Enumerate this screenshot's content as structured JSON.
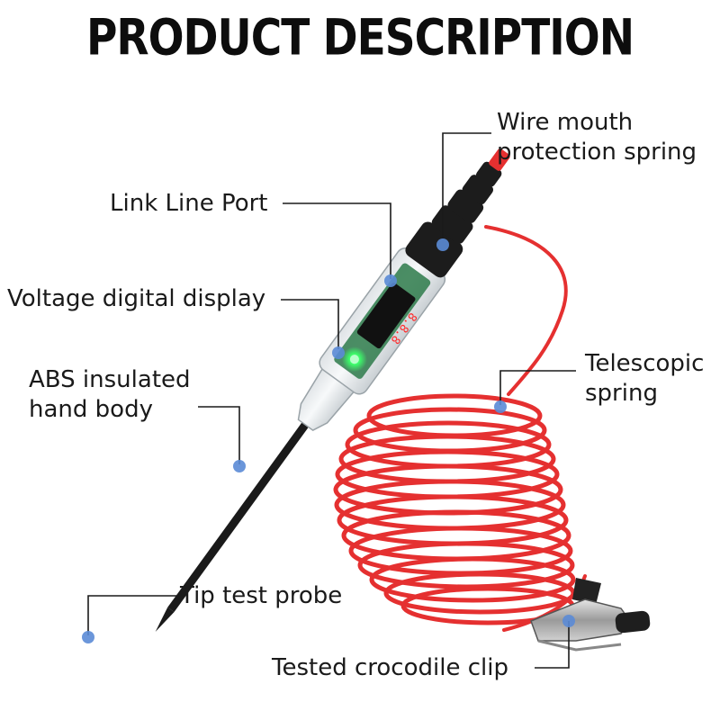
{
  "title": "PRODUCT DESCRIPTION",
  "labels": {
    "wire_mouth_line1": "Wire mouth",
    "wire_mouth_line2": "protection spring",
    "link_line_port": "Link Line Port",
    "voltage_display": "Voltage digital display",
    "abs_line1": "ABS insulated",
    "abs_line2": "hand body",
    "telescopic_line1": "Telescopic",
    "telescopic_line2": "spring",
    "tip_probe": "Tip test probe",
    "crocodile_clip": "Tested crocodile clip"
  },
  "colors": {
    "cable": "#e53030",
    "marker": "#5b8bd6",
    "leader": "#1a1a1a",
    "display_led": "#ff2a2a",
    "status_led": "#3cff6a"
  }
}
